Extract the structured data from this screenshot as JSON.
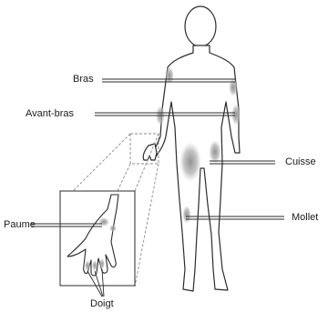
{
  "labels": {
    "bras": "Bras",
    "avant_bras": "Avant-bras",
    "cuisse": "Cuisse",
    "mollet": "Mollet",
    "paume": "Paume",
    "doigt": "Doigt"
  },
  "colors": {
    "outline": "#2b2b2b",
    "spot": "#9a9a9a",
    "dashed": "#8a8a8a"
  }
}
